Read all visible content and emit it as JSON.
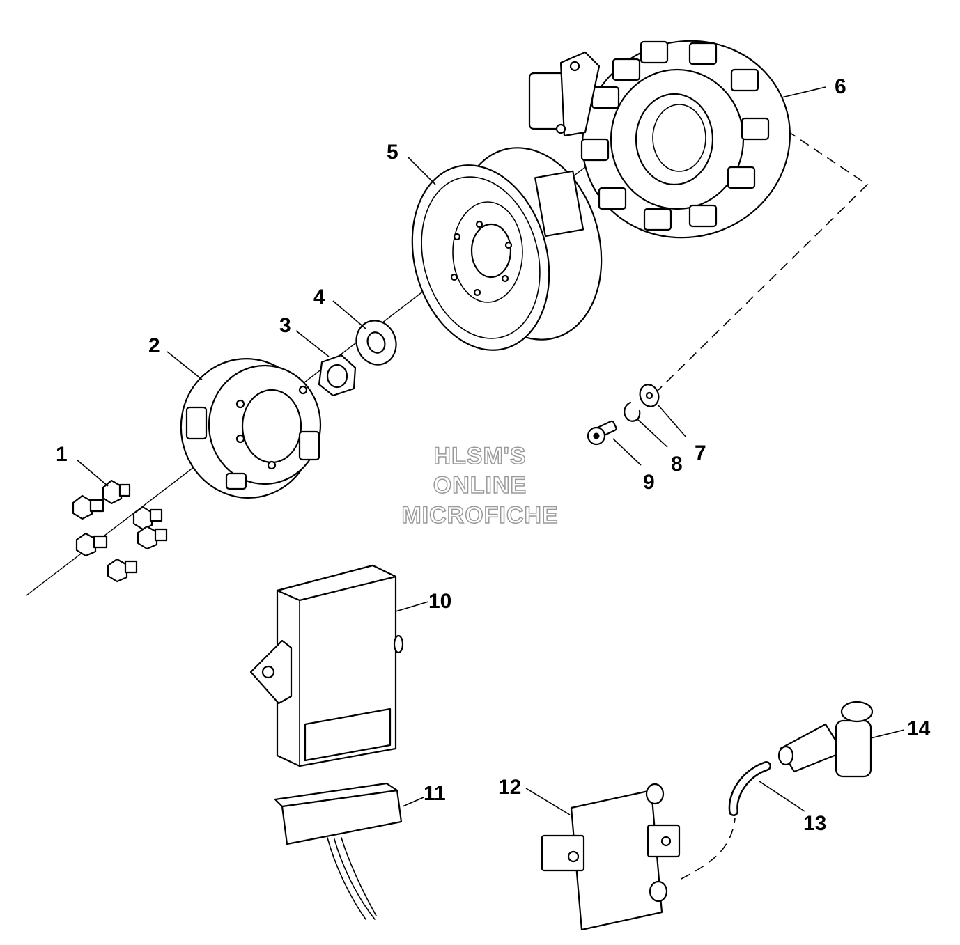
{
  "callouts": {
    "c1": "1",
    "c2": "2",
    "c3": "3",
    "c4": "4",
    "c5": "5",
    "c6": "6",
    "c7": "7",
    "c8": "8",
    "c9": "9",
    "c10": "10",
    "c11": "11",
    "c12": "12",
    "c13": "13",
    "c14": "14"
  },
  "watermark": {
    "line1": "HLSM'S",
    "line2": "ONLINE",
    "line3": "MICROFICHE"
  },
  "colors": {
    "line": "#000000",
    "background": "#ffffff",
    "watermark": "#9a9a9a"
  }
}
